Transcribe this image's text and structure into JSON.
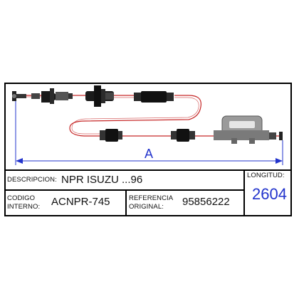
{
  "drawing": {
    "dimension_label": "A"
  },
  "title_block": {
    "description_label": "DESCRIPCION:",
    "description_value": "NPR ISUZU ...96",
    "length_label": "LONGITUD:",
    "length_value": "2604",
    "internal_code_label_line1": "CODIGO",
    "internal_code_label_line2": "INTERNO:",
    "internal_code_value": "ACNPR-745",
    "original_ref_label_line1": "REFERENCIA",
    "original_ref_label_line2": "ORIGINAL:",
    "original_ref_value": "95856222"
  },
  "colors": {
    "cable": "#c62828",
    "dimension": "#2233cc",
    "length_value": "#2233cc",
    "frame": "#000000"
  }
}
